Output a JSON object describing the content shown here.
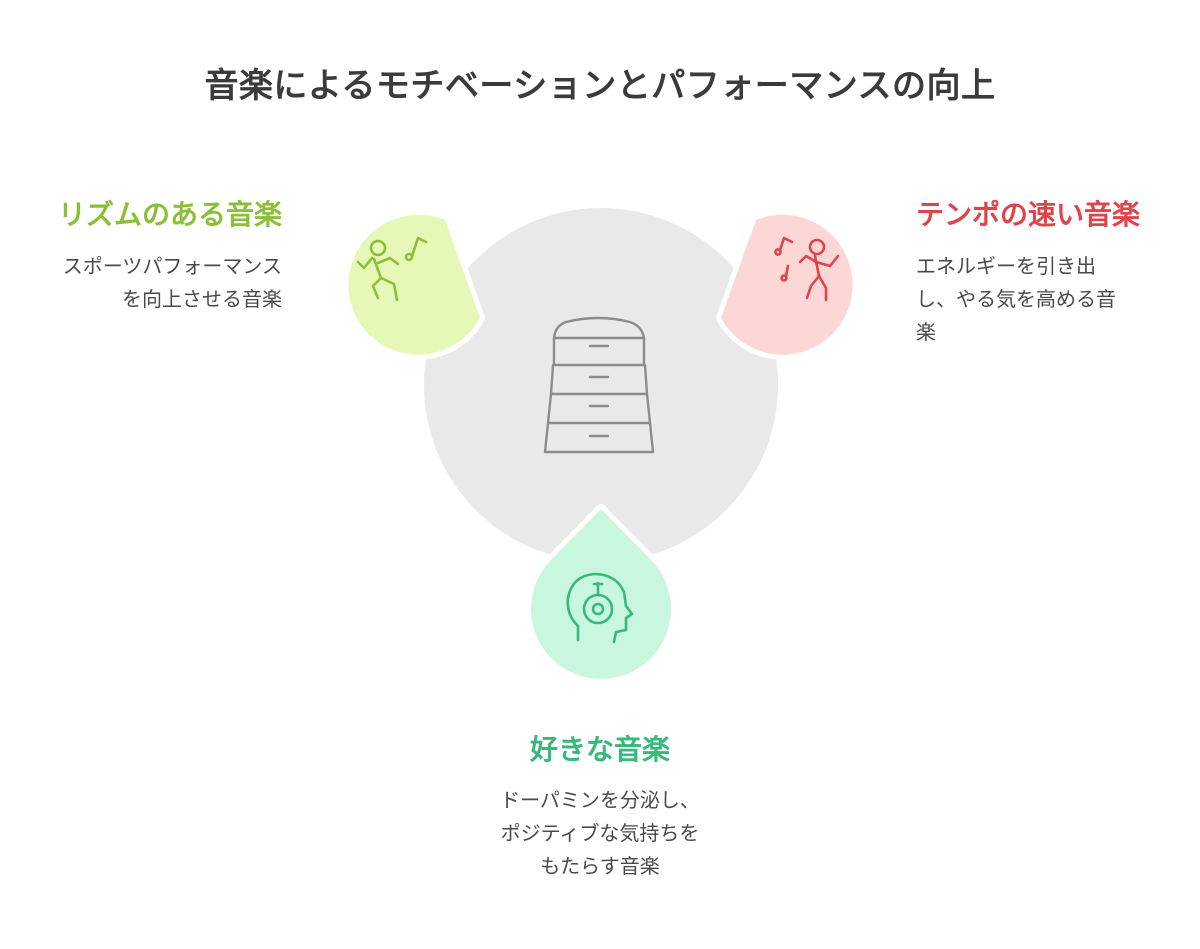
{
  "title": "音楽によるモチベーションとパフォーマンスの向上",
  "items": [
    {
      "heading": "リズムのある音楽",
      "desc_lines": [
        "スポーツパフォーマンス",
        "を向上させる音楽"
      ],
      "color": "#8bbf35",
      "fill": "#e6f8b8",
      "icon": "dancing-person-icon"
    },
    {
      "heading": "テンポの速い音楽",
      "desc_lines": [
        "エネルギーを引き出",
        "し、やる気を高める音",
        "楽"
      ],
      "color": "#e0434a",
      "fill": "#fdd6d6",
      "icon": "dancing-person-music-icon"
    },
    {
      "heading": "好きな音楽",
      "desc_lines": [
        "ドーパミンを分泌し、",
        "ポジティブな気持ちを",
        "もたらす音楽"
      ],
      "color": "#37b97b",
      "fill": "#c8f6de",
      "icon": "headphones-head-icon"
    }
  ],
  "center": {
    "fill": "#e9e9e9",
    "icon": "stacked-drawers-icon",
    "icon_color": "#8c8c8c"
  }
}
